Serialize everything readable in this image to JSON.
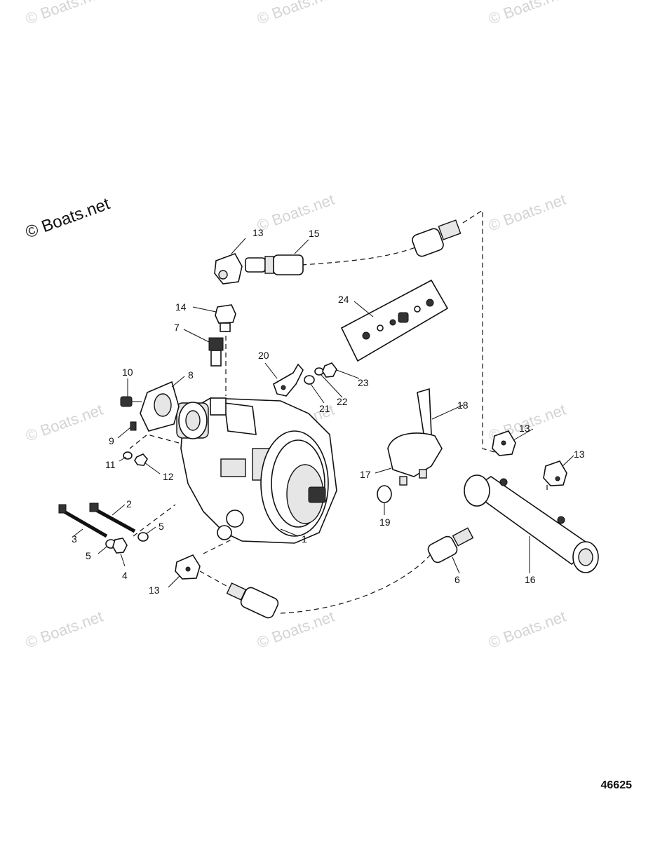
{
  "watermark": {
    "brand": "© Boats.net"
  },
  "figure_number": "46625",
  "callouts": [
    "1",
    "2",
    "3",
    "4",
    "5",
    "5",
    "6",
    "7",
    "8",
    "9",
    "10",
    "11",
    "12",
    "13",
    "13",
    "13",
    "13",
    "14",
    "15",
    "16",
    "17",
    "18",
    "19",
    "20",
    "21",
    "22",
    "23",
    "24"
  ]
}
